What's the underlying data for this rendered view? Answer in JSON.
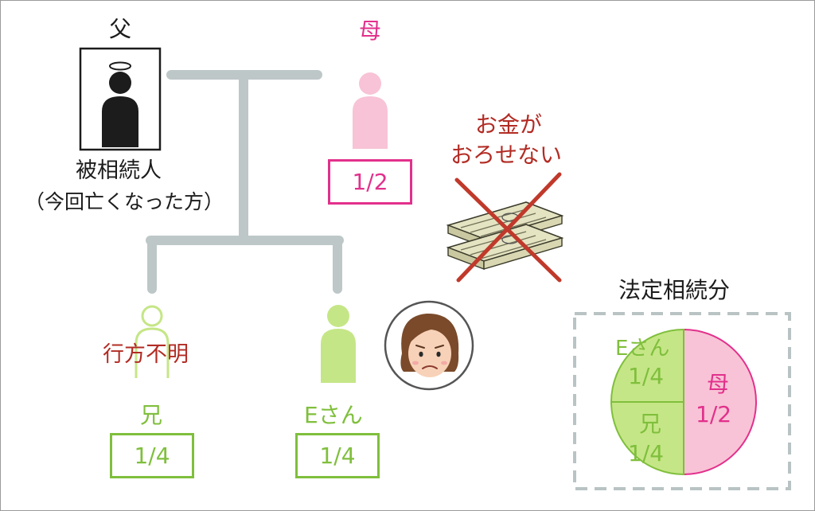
{
  "colors": {
    "line": "#bdc7c8",
    "pink": "#e2308c",
    "pink_light": "#f8c3d6",
    "green": "#7fbf3c",
    "green_light": "#c5e687",
    "red": "#b22c24",
    "black": "#1c1c1c",
    "dash": "#b9c3c4"
  },
  "father": {
    "label": "父",
    "role": "被相続人",
    "note": "（今回亡くなった方）"
  },
  "mother": {
    "label": "母",
    "share": "1/2"
  },
  "brother": {
    "label": "兄",
    "status": "行方不明",
    "share": "1/4"
  },
  "e_san": {
    "label": "Eさん",
    "share": "1/4"
  },
  "money": {
    "caption_line1": "お金が",
    "caption_line2": "おろせない"
  },
  "legal_share": {
    "title": "法定相続分",
    "mother_label": "母",
    "mother_share": "1/2",
    "e_label": "Eさん",
    "e_share": "1/4",
    "brother_label": "兄",
    "brother_share": "1/4"
  }
}
